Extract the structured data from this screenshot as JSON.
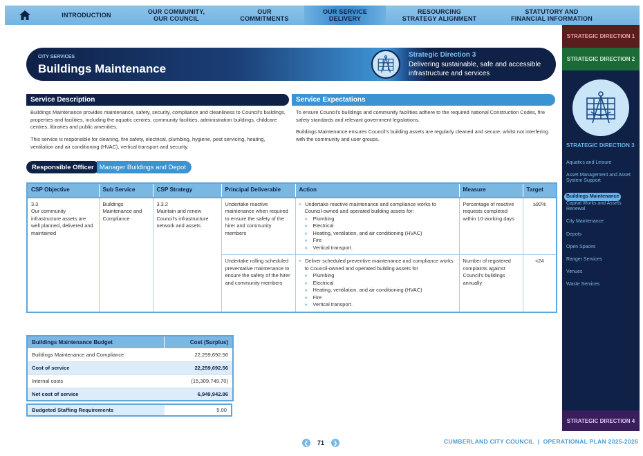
{
  "nav": {
    "items": [
      {
        "line1": "INTRODUCTION",
        "line2": ""
      },
      {
        "line1": "OUR COMMUNITY,",
        "line2": "OUR COUNCIL"
      },
      {
        "line1": "OUR",
        "line2": "COMMITMENTS"
      },
      {
        "line1": "OUR SERVICE",
        "line2": "DELIVERY"
      },
      {
        "line1": "RESOURCING",
        "line2": "STRATEGY ALIGNMENT"
      },
      {
        "line1": "STATUTORY AND",
        "line2": "FINANCIAL INFORMATION"
      }
    ],
    "icon": "home-icon"
  },
  "sidebar": {
    "direction1": "STRATEGIC DIRECTION 1",
    "direction2": "STRATEGIC DIRECTION 2",
    "direction3": "STRATEGIC DIRECTION 3",
    "direction4": "STRATEGIC DIRECTION 4",
    "icon": "drafting-compass-icon",
    "links": [
      "Aquatics and Leisure",
      "Asset Management and Asset System Support",
      "Buildings Maintenance",
      "Capital Works and Assets Renewal",
      "City Maintenance",
      "Depots",
      "Open Spaces",
      "Ranger Services",
      "Venues",
      "Waste Services"
    ],
    "active_link": "Buildings Maintenance",
    "colors": {
      "dir1": "#5a1c1c",
      "dir2": "#1c6a35",
      "dir3": "#0f2147",
      "dir4": "#3a1e5c"
    }
  },
  "header": {
    "subtitle": "CITY SERVICES",
    "title": "Buildings Maintenance",
    "direction": "Strategic Direction 3",
    "direction_desc": "Delivering sustainable, safe and accessible infrastructure and services"
  },
  "service_description": {
    "heading": "Service Description",
    "p1": "Buildings Maintenance provides maintenance, safety, security, compliance and cleanliness to Council's buildings, properties and facilities, including the aquatic centres, community facilities, administration buildings, childcare centres, libraries and public amenities.",
    "p2": "This service is responsible for cleaning, fire safety, electrical, plumbing, hygiene, pest servicing, heating, ventilation and air conditioning (HVAC), vertical transport and security."
  },
  "service_expectations": {
    "heading": "Service Expectations",
    "p1": "To ensure Council's buildings and community facilities adhere to the required national Construction Codes, fire safety standards and relevant government legislations.",
    "p2": "Buildings Maintenance ensures Council's building assets are regularly cleaned and secure, whilst not interfering with the community and user groups."
  },
  "responsible_officer": {
    "label": "Responsible Officer",
    "value": "Manager Buildings and Depot"
  },
  "table": {
    "headers": [
      "CSP Objective",
      "Sub Service",
      "CSP Strategy",
      "Principal Deliverable",
      "Action",
      "Measure",
      "Target"
    ],
    "objective_code": "3.3",
    "objective_text": "Our community infrastructure assets are well planned, delivered and maintained",
    "sub_service": "Buildings Maintenance and Compliance",
    "strategy_code": "3.3.2",
    "strategy_text": "Maintain and renew Council's infrastructure network and assets",
    "rows": [
      {
        "deliverable": "Undertake reactive maintenance when required to ensure the safety of the hirer and community members",
        "action": "Undertake reactive maintenance and compliance works to Council-owned and operated building assets for:",
        "items": [
          "Plumbing",
          "Electrical",
          "Heating, ventilation, and air conditioning (HVAC)",
          "Fire",
          "Vertical transport."
        ],
        "measure": "Percentage of reactive requests completed within 10 working days",
        "target": "≥90%"
      },
      {
        "deliverable": "Undertake rolling scheduled preventative maintenance to ensure the safety of the hirer and community members",
        "action": "Deliver scheduled preventive maintenance and compliance works to Council-owned and operated building assets for",
        "items": [
          "Plumbing",
          "Electrical",
          "Heating, ventilation, and air conditioning (HVAC)",
          "Fire",
          "Vertical transport."
        ],
        "measure": "Number of registered complaints against Council's buildings annually",
        "target": "<24"
      }
    ]
  },
  "budget": {
    "header_label": "Buildings Maintenance Budget",
    "header_value": "Cost (Surplus)",
    "rows": [
      {
        "label": "Buildings Maintenance and Compliance",
        "value": "22,259,692.56",
        "bold": false
      },
      {
        "label": "Cost of service",
        "value": "22,259,692.56",
        "bold": true
      },
      {
        "label": "Internal costs",
        "value": "(15,309,749.70)",
        "bold": false
      },
      {
        "label": "Net cost of service",
        "value": "6,949,942.86",
        "bold": true
      }
    ],
    "staffing_label": "Budgeted Staffing Requirements",
    "staffing_value": "5.00"
  },
  "footer": {
    "page": "71",
    "text": "CUMBERLAND CITY COUNCIL  |  OPERATIONAL PLAN 2025-2026"
  }
}
